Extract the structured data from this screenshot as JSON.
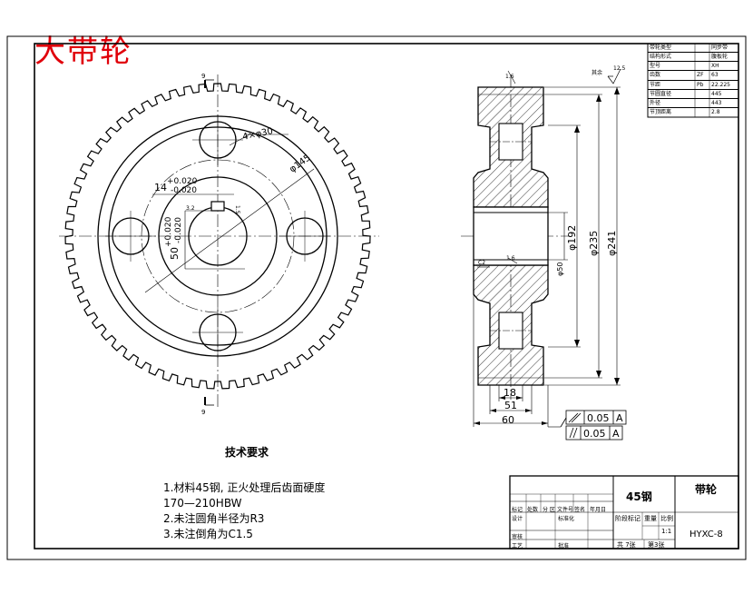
{
  "drawing_title_red": "大带轮",
  "notes": {
    "heading": "技术要求",
    "lines": [
      "1.材料45钢, 正火处理后齿面硬度",
      "170—210HBW",
      "2.未注圆角半径为R3",
      "3.未注倒角为C1.5"
    ]
  },
  "front_view": {
    "dim_holes": "4×φ30",
    "dim_pcd": "φ145",
    "dim_keyway_width": "14",
    "dim_keyway_width_tol_upper": "+0.020",
    "dim_keyway_width_tol_lower": "-0.020",
    "dim_keyway_depth": "50",
    "dim_keyway_depth_tol_upper": "+0.020",
    "dim_keyway_depth_tol_lower": "-0.020",
    "dim_small_1": "3.2",
    "dim_small_2": "1.5",
    "section_mark_top": "9",
    "section_mark_bottom": "9"
  },
  "section_view": {
    "dim_bore": "φ50",
    "dim_d1": "φ192",
    "dim_d2": "φ235",
    "dim_d3": "φ241",
    "dim_w1": "18",
    "dim_w2": "51",
    "dim_w3": "60",
    "chamfer_label": "C2",
    "rough_top": "1.6",
    "rough_mid": "1.6",
    "rough_all_label": "其余",
    "rough_all_value": "12.5",
    "tol_runout_1": "0.05",
    "tol_runout_1_ref": "A",
    "tol_runout_2": "0.05",
    "tol_runout_2_ref": "A"
  },
  "param_table": {
    "rows": [
      {
        "label": "带轮类型",
        "code": "",
        "value": "同步带"
      },
      {
        "label": "结构形式",
        "code": "",
        "value": "腹板轮"
      },
      {
        "label": "型号",
        "code": "",
        "value": "XH"
      },
      {
        "label": "齿数",
        "code": "ZF",
        "value": "63"
      },
      {
        "label": "节距",
        "code": "Pb",
        "value": "22.225"
      },
      {
        "label": "节圆直径",
        "code": "",
        "value": "445"
      },
      {
        "label": "外径",
        "code": "",
        "value": "443"
      },
      {
        "label": "节顶距离",
        "code": "",
        "value": "2.8"
      }
    ]
  },
  "title_block": {
    "material": "45钢",
    "part_name": "带轮",
    "drawing_no": "HYXC-8",
    "scale_label": "比例",
    "scale": "1:1",
    "weight_label": "重量",
    "stage_label": "阶段标记",
    "sheets": "共 7张",
    "sheet_no": "第3张",
    "row_labels": [
      "标记",
      "处数",
      "分 区",
      "文件号",
      "签名",
      "年月日"
    ],
    "designer": "设计",
    "standard": "标准化",
    "checker": "审核",
    "process": "工艺",
    "approve": "批准"
  }
}
